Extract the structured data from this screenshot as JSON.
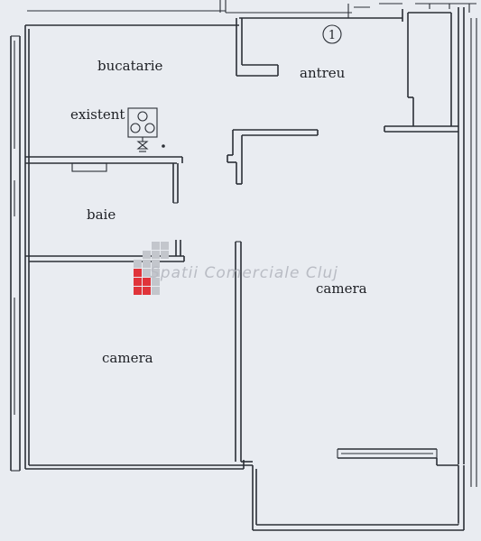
{
  "rooms": {
    "kitchen": "bucatarie",
    "existing_note": "existent",
    "hallway": "antreu",
    "bathroom": "baie",
    "room_left": "camera",
    "room_right": "camera"
  },
  "entrance_marker": "1",
  "watermark": "Spatii Comerciale Cluj",
  "colors": {
    "background": "#e9ecf1",
    "wall": "#2b2f36",
    "logo_red": "#e0343a",
    "logo_grey": "#b3b6bd"
  }
}
